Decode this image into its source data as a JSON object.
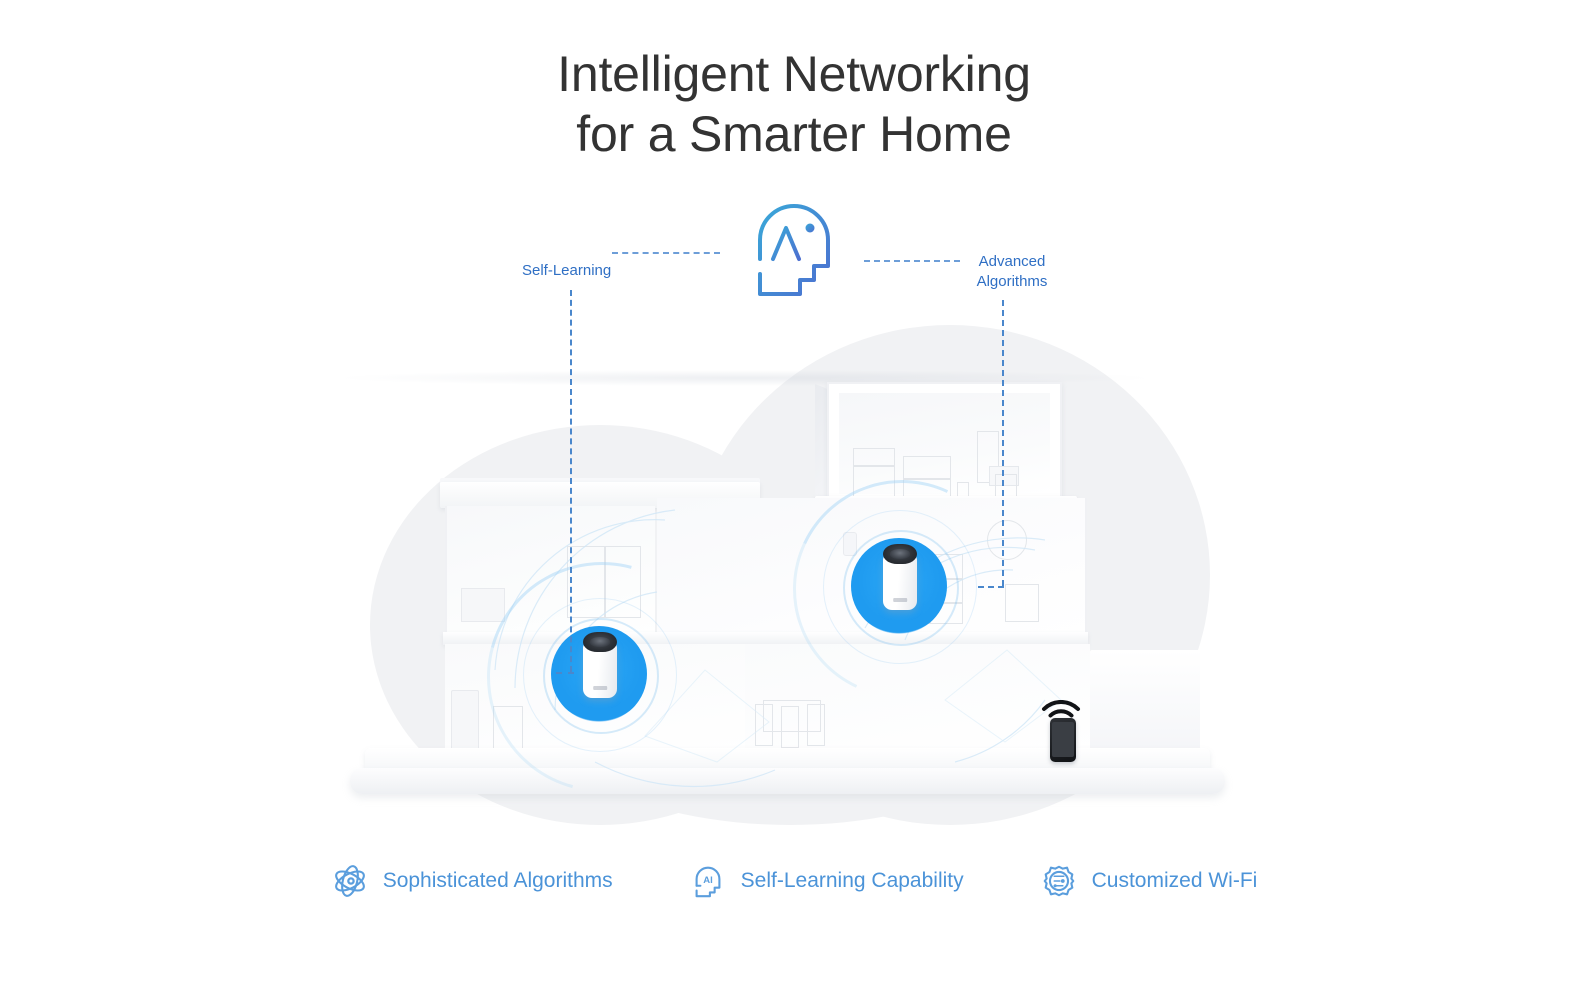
{
  "title": {
    "line1": "Intelligent Networking",
    "line2": "for a Smarter Home"
  },
  "colors": {
    "title_text": "#333333",
    "connector_text": "#2f6fc4",
    "feature_text": "#4b93d8",
    "accent_blue": "#1f9bf0",
    "dash_line": "#4a87cc",
    "cloud_bg": "#f1f2f4",
    "ai_icon_gradient_start": "#3aa8d8",
    "ai_icon_gradient_end": "#4c6fd0"
  },
  "diagram": {
    "ai_icon_name": "ai-head-icon",
    "callouts": [
      {
        "label": "Self-Learning",
        "side": "left"
      },
      {
        "label": "Advanced\nAlgorithms",
        "side": "right"
      }
    ],
    "devices": [
      {
        "name": "deco-router-living-room",
        "label": "",
        "halo": true
      },
      {
        "name": "deco-router-upper-room",
        "label": "",
        "halo": true
      }
    ],
    "client_device": {
      "name": "smartphone-wifi",
      "label": ""
    }
  },
  "features": [
    {
      "icon": "atom-icon",
      "label": "Sophisticated Algorithms"
    },
    {
      "icon": "ai-head-icon",
      "label": "Self-Learning Capability"
    },
    {
      "icon": "gear-chip-icon",
      "label": "Customized Wi-Fi"
    }
  ]
}
